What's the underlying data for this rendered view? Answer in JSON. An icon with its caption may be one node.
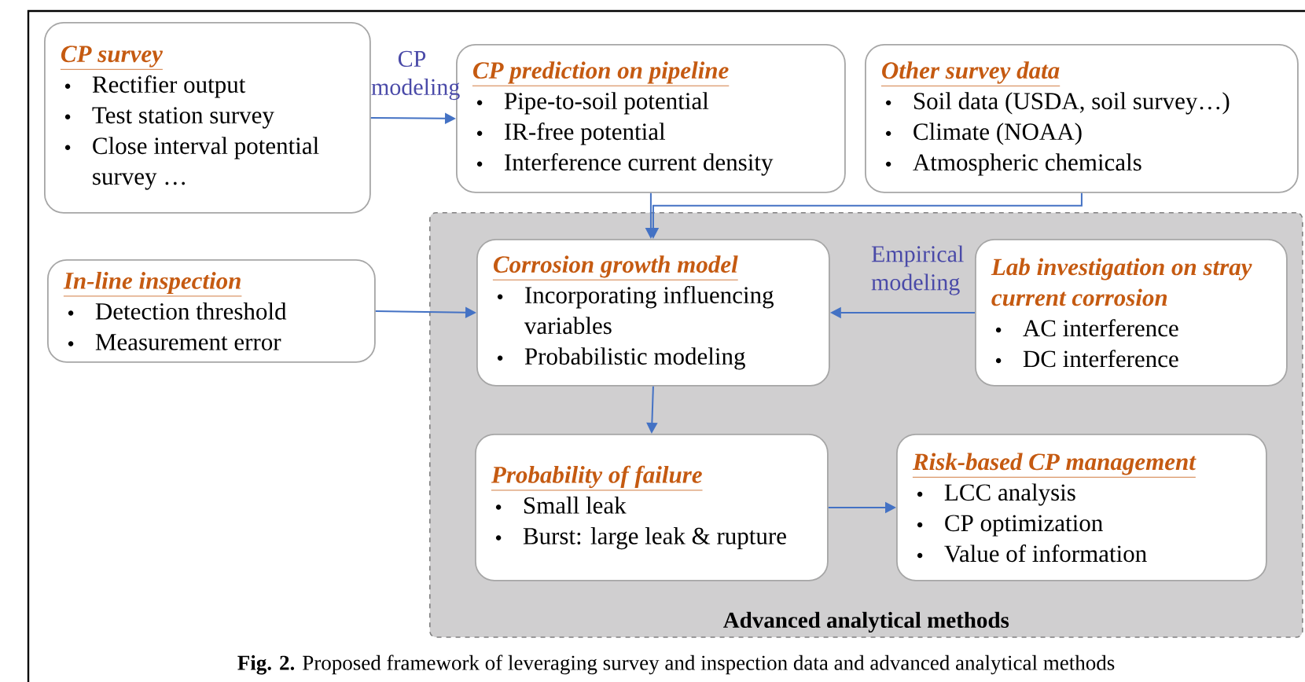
{
  "diagram": {
    "caption": "**Fig. 2.** Proposed framework of leveraging survey and inspection data and advanced analytical methods",
    "nodes": [
      {
        "text": [
          "CP survey",
          "Rectifier output",
          "Test station survey",
          "Close interval potential survey …"
        ]
      },
      {
        "text": [
          "CP prediction on pipeline",
          "Pipe-to-soil potential",
          "IR-free potential",
          "Interference current density"
        ]
      },
      {
        "text": [
          "Other survey data",
          "Soil data (USDA, soil survey…)",
          "Climate (NOAA)",
          "Atmospheric chemicals"
        ]
      },
      {
        "text": [
          "Advanced analytical methods"
        ]
      },
      {
        "text": [
          "In-line inspection",
          "Detection threshold",
          "Measurement error"
        ]
      },
      {
        "text": [
          "Corrosion growth model",
          "Incorporating influencing variables",
          "Probabilistic modeling"
        ],
        "in": 3
      },
      {
        "text": [
          "Lab investigation on stray current corrosion",
          "AC interference",
          "DC interference"
        ],
        "in": 3
      },
      {
        "text": [
          "Probability of failure",
          "Small leak",
          "Burst: large leak & rupture"
        ],
        "in": 3
      },
      {
        "text": [
          "Risk-based CP management",
          "LCC analysis",
          "CP optimization",
          "Value of information"
        ],
        "in": 3
      }
    ],
    "edges": [
      {
        "from": 0,
        "to": 1,
        "arrow": "to",
        "label": "CP modeling"
      },
      {
        "from": 1,
        "to": 5,
        "arrow": "to"
      },
      {
        "from": 2,
        "to": 5,
        "arrow": "to"
      },
      {
        "from": 4,
        "to": 5,
        "arrow": "to"
      },
      {
        "from": 6,
        "to": 5,
        "arrow": "to",
        "label": "Empirical modeling"
      },
      {
        "from": 5,
        "to": 7,
        "arrow": "to"
      },
      {
        "from": 7,
        "to": 8,
        "arrow": "to"
      }
    ]
  }
}
